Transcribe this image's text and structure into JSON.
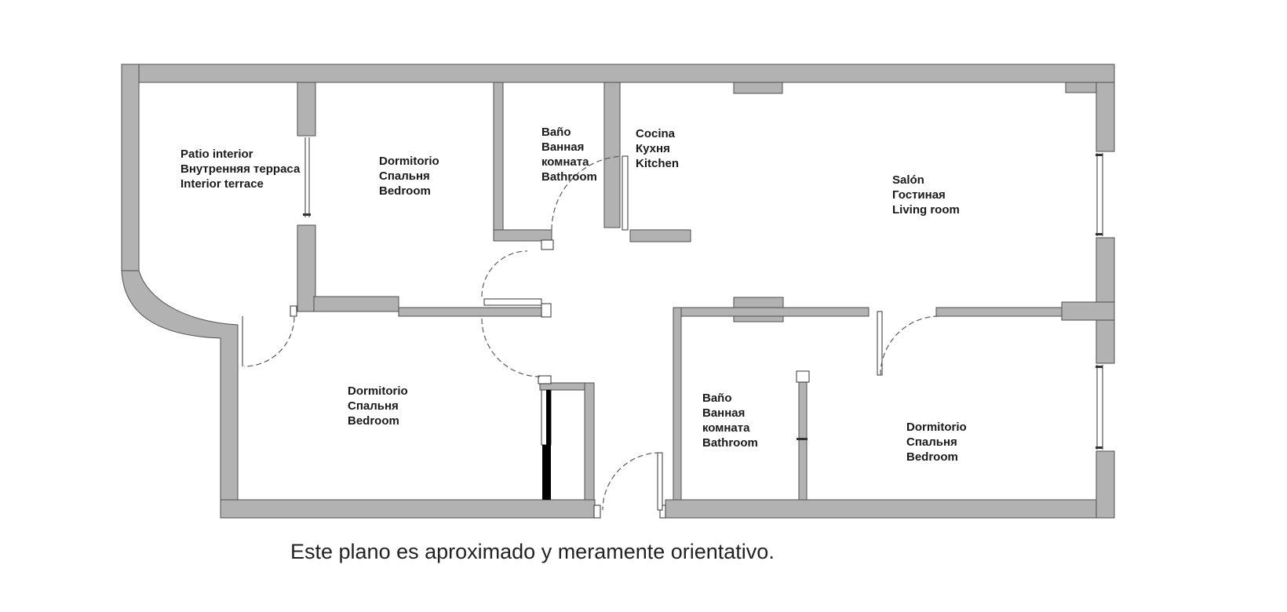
{
  "plan": {
    "colors": {
      "wall": "#b2b2b2",
      "outline": "#4e4e4e",
      "ink": "#1a1a1a",
      "arc": "#5a5a5a"
    },
    "caption": "Este plano es aproximado y meramente orientativo.",
    "rooms": [
      {
        "id": "patio-interior",
        "lines": [
          "Patio interior",
          "Внутренняя терраса",
          "Interior terrace"
        ]
      },
      {
        "id": "bedroom-top",
        "lines": [
          "Dormitorio",
          "Спальня",
          "Bedroom"
        ]
      },
      {
        "id": "bathroom-top",
        "lines": [
          "Baño",
          "Ванная",
          "комната",
          "Bathroom"
        ]
      },
      {
        "id": "kitchen",
        "lines": [
          "Cocina",
          "Кухня",
          "Kitchen"
        ]
      },
      {
        "id": "living-room",
        "lines": [
          "Salón",
          "Гостиная",
          "Living room"
        ]
      },
      {
        "id": "bedroom-bottom-left",
        "lines": [
          "Dormitorio",
          "Спальня",
          "Bedroom"
        ]
      },
      {
        "id": "bathroom-bottom",
        "lines": [
          "Baño",
          "Ванная",
          "комната",
          "Bathroom"
        ]
      },
      {
        "id": "bedroom-bottom-right",
        "lines": [
          "Dormitorio",
          "Спальня",
          "Bedroom"
        ]
      }
    ]
  }
}
